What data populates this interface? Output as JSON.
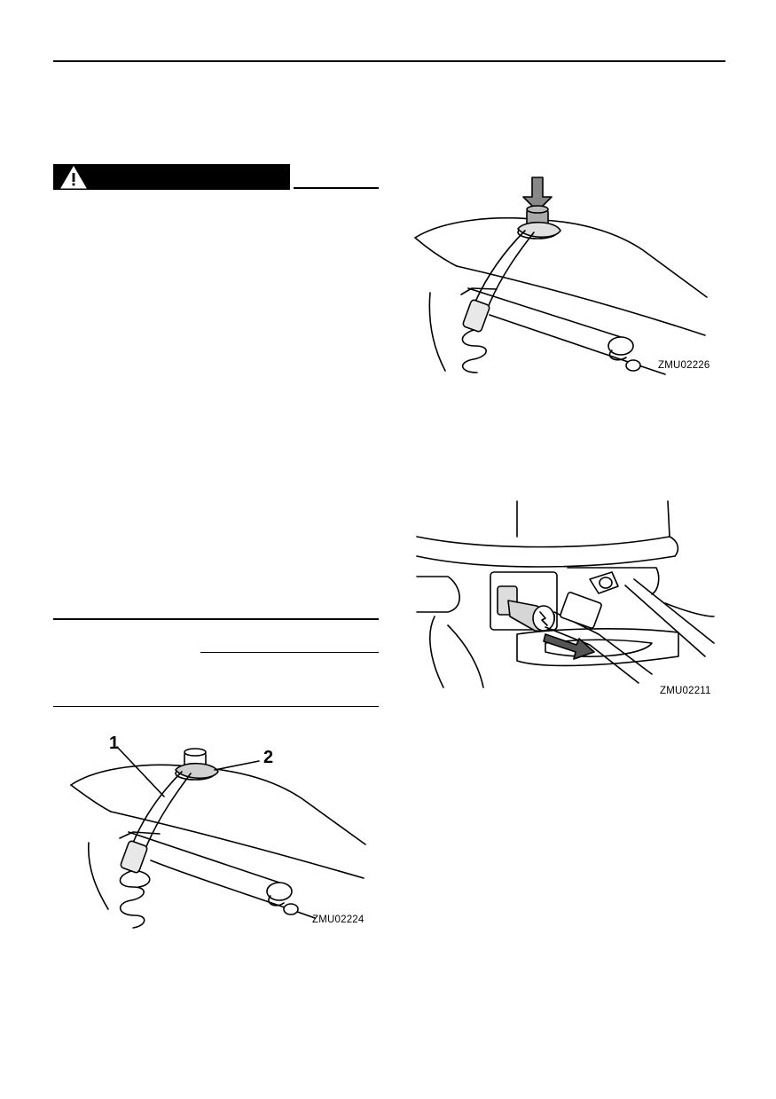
{
  "illustrations": {
    "lanyard_callout": {
      "code": "ZMU02224",
      "callouts": [
        "1",
        "2"
      ]
    },
    "lanyard_press": {
      "code": "ZMU02226"
    },
    "plug_disconnect": {
      "code": "ZMU02211"
    }
  },
  "icons": {
    "warning": "warning-triangle-icon"
  }
}
